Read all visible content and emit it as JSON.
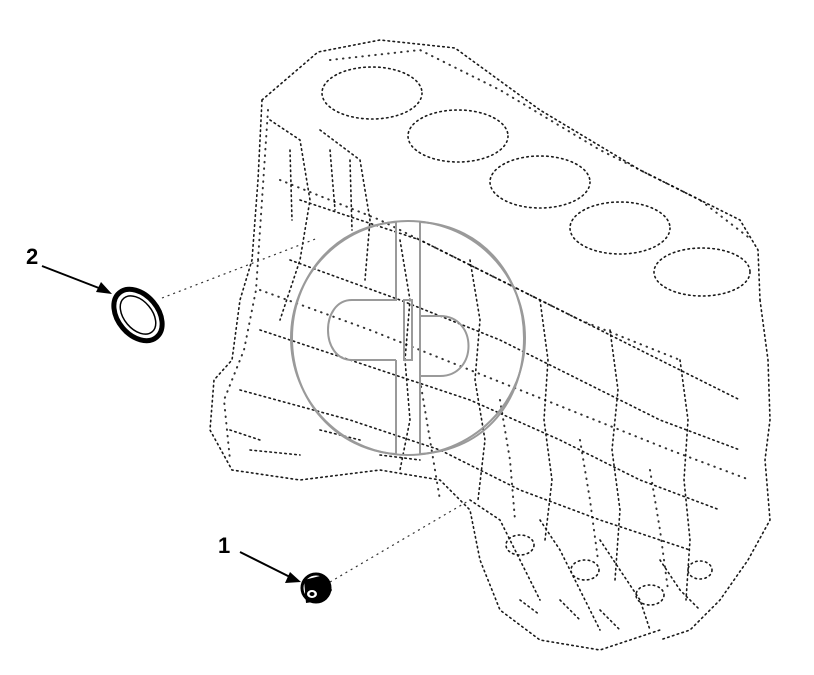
{
  "callouts": [
    {
      "label": "1",
      "part": "plug"
    },
    {
      "label": "2",
      "part": "sealing-ring"
    }
  ],
  "colors": {
    "line": "#000000",
    "dotted": "#1a1a1a",
    "watermark": "#9a9a9a",
    "background": "#ffffff"
  }
}
